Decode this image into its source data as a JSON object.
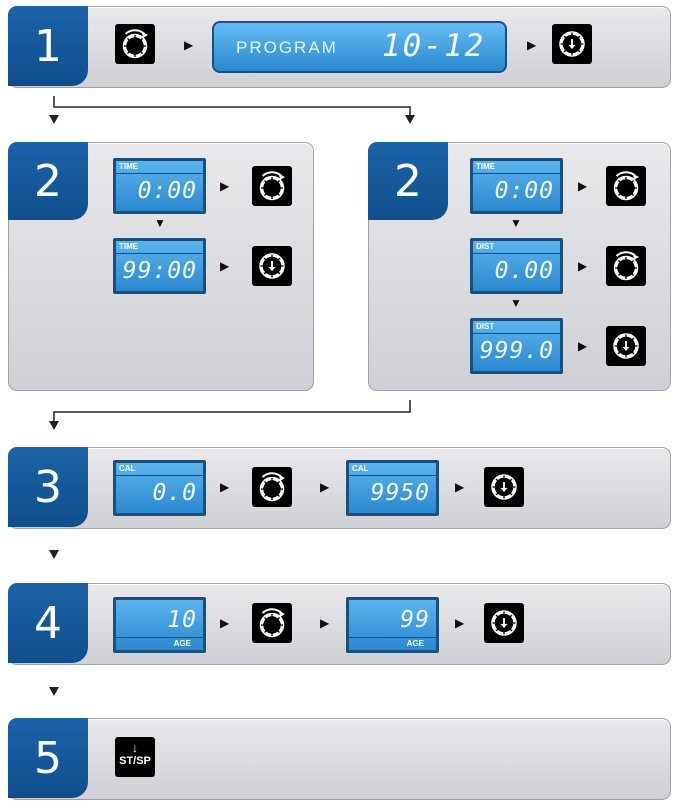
{
  "steps": [
    "1",
    "2",
    "2",
    "3",
    "4",
    "5"
  ],
  "program": {
    "word": "PROGRAM",
    "range": "10-12"
  },
  "time_unit": {
    "first": {
      "header": "TIME",
      "value": "0:00"
    },
    "second": {
      "header": "TIME",
      "value": "99:00"
    }
  },
  "dist_unit": {
    "time": {
      "header": "TIME",
      "value": "0:00"
    },
    "dist1": {
      "header": "DIST",
      "value": "0.00"
    },
    "dist2": {
      "header": "DIST",
      "value": "999.0"
    }
  },
  "calories": {
    "first": {
      "header": "CAL",
      "value": "0.0"
    },
    "second": {
      "header": "CAL",
      "value": "9950"
    }
  },
  "age": {
    "first": {
      "footer": "AGE",
      "value": "10"
    },
    "second": {
      "footer": "AGE",
      "value": "99"
    }
  },
  "start_stop": {
    "arrow": "↓",
    "label": "ST/SP"
  },
  "icons": {
    "arrow": "triangle-right",
    "dial": "rotate-dial-icon",
    "enter": "enter-dial-icon"
  }
}
